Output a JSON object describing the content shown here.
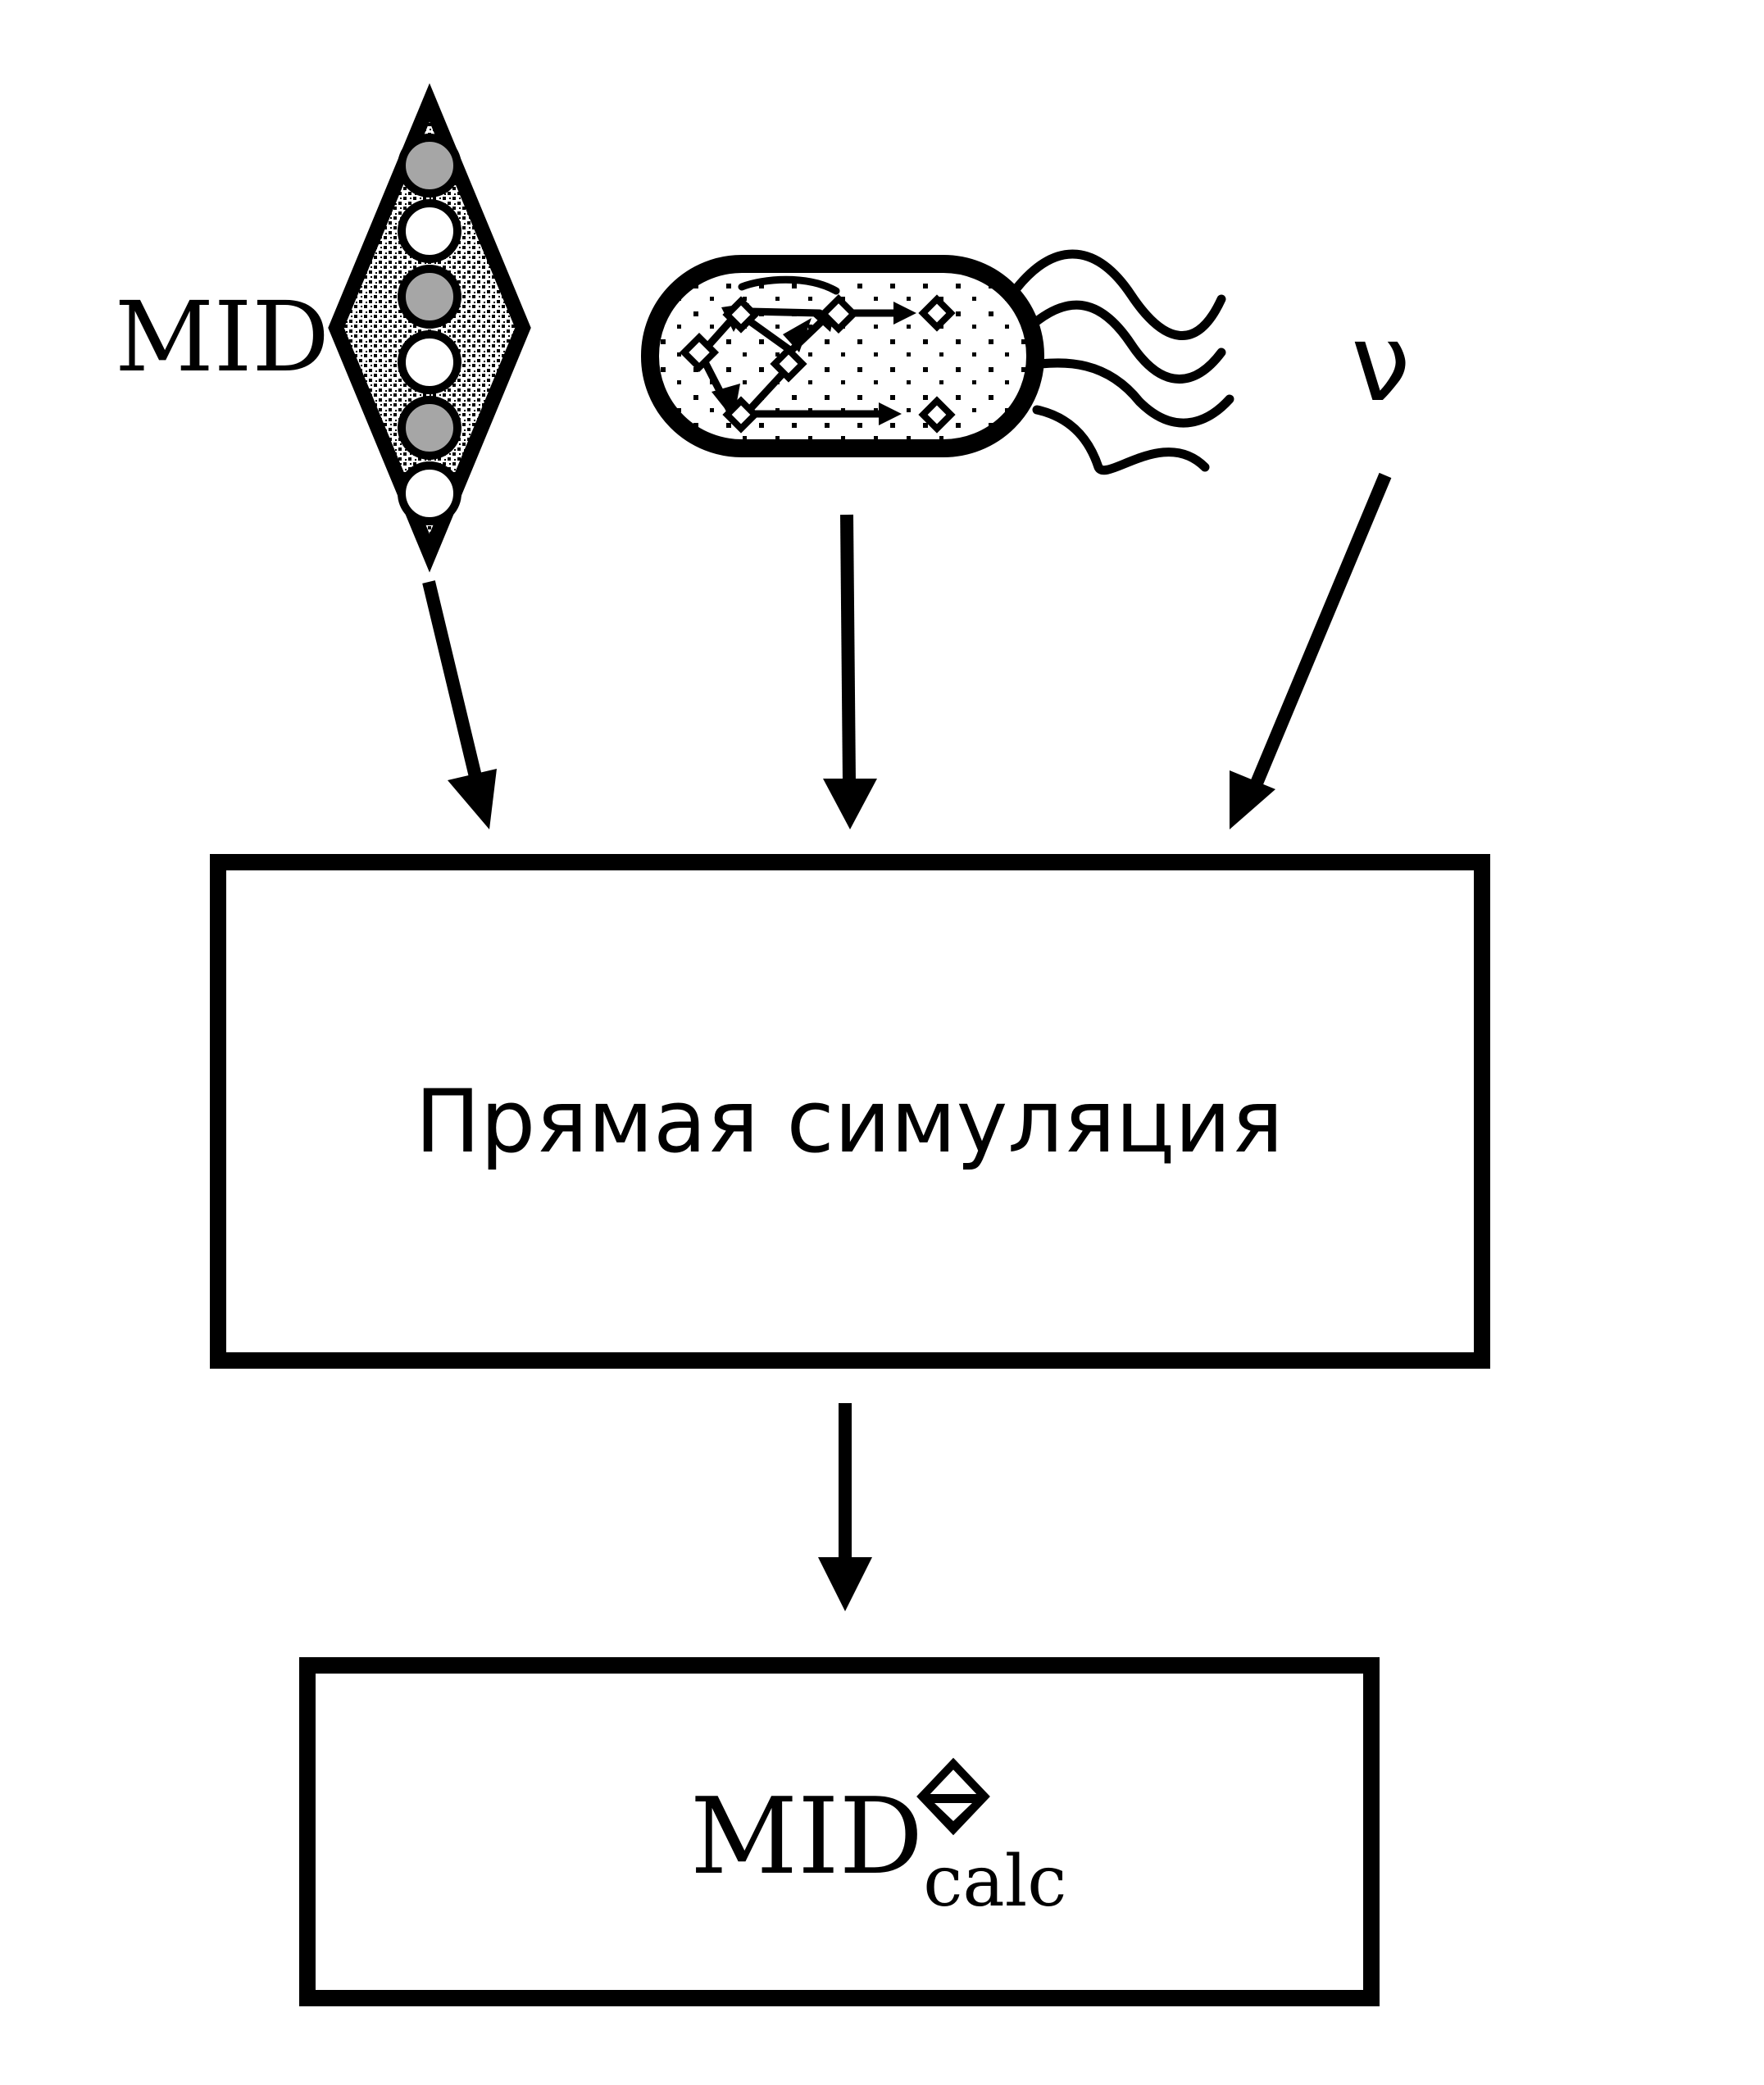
{
  "inputs": {
    "mid_label": "MID",
    "nu_label": "ν"
  },
  "process": {
    "label": "Прямая симуляция"
  },
  "output": {
    "main": "MID",
    "subscript": "calc"
  },
  "colors": {
    "stroke": "#000000",
    "circle_gray": "#a6a6a6",
    "background": "#ffffff"
  },
  "icons": {
    "mid": "labeled-molecule-diamond-icon",
    "cell": "bacterium-with-flagella-icon",
    "result": "half-filled-diamond-icon"
  }
}
